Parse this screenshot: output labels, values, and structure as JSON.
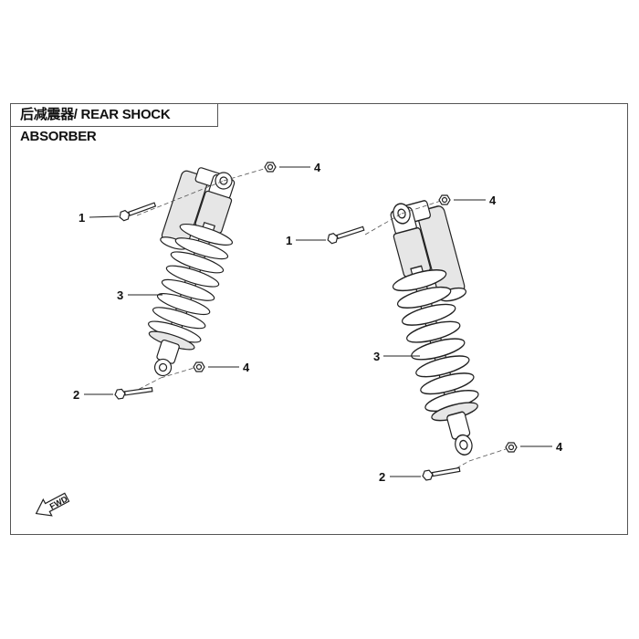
{
  "title": "后减震器/ REAR SHOCK ABSORBER",
  "fwd_label": "FWD",
  "left_callouts": [
    "1",
    "4",
    "3",
    "4",
    "2"
  ],
  "right_callouts": [
    "4",
    "1",
    "3",
    "4",
    "2"
  ]
}
